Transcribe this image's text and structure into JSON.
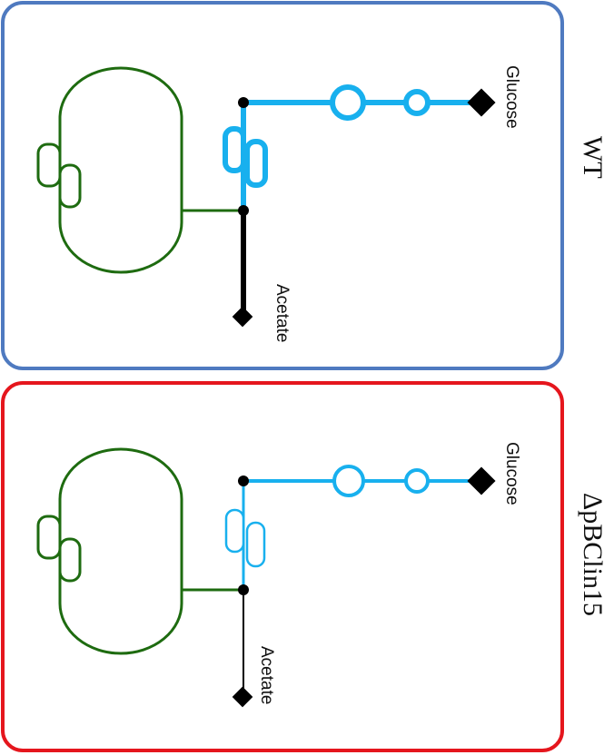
{
  "panels": [
    {
      "id": "wt",
      "title": "WT",
      "border_color": "#4f7ac0",
      "glucose_label": "Glucose",
      "acetate_label": "Acetate",
      "flux_emphasis": "thick"
    },
    {
      "id": "mutant",
      "title": "ΔpBClin15",
      "border_color": "#e5161d",
      "glucose_label": "Glucose",
      "acetate_label": "Acetate",
      "flux_emphasis": "thin"
    }
  ],
  "colors": {
    "cell": "#1e6b10",
    "pathway": "#18b0ee",
    "acetate_path": "#000000",
    "node": "#000000"
  }
}
